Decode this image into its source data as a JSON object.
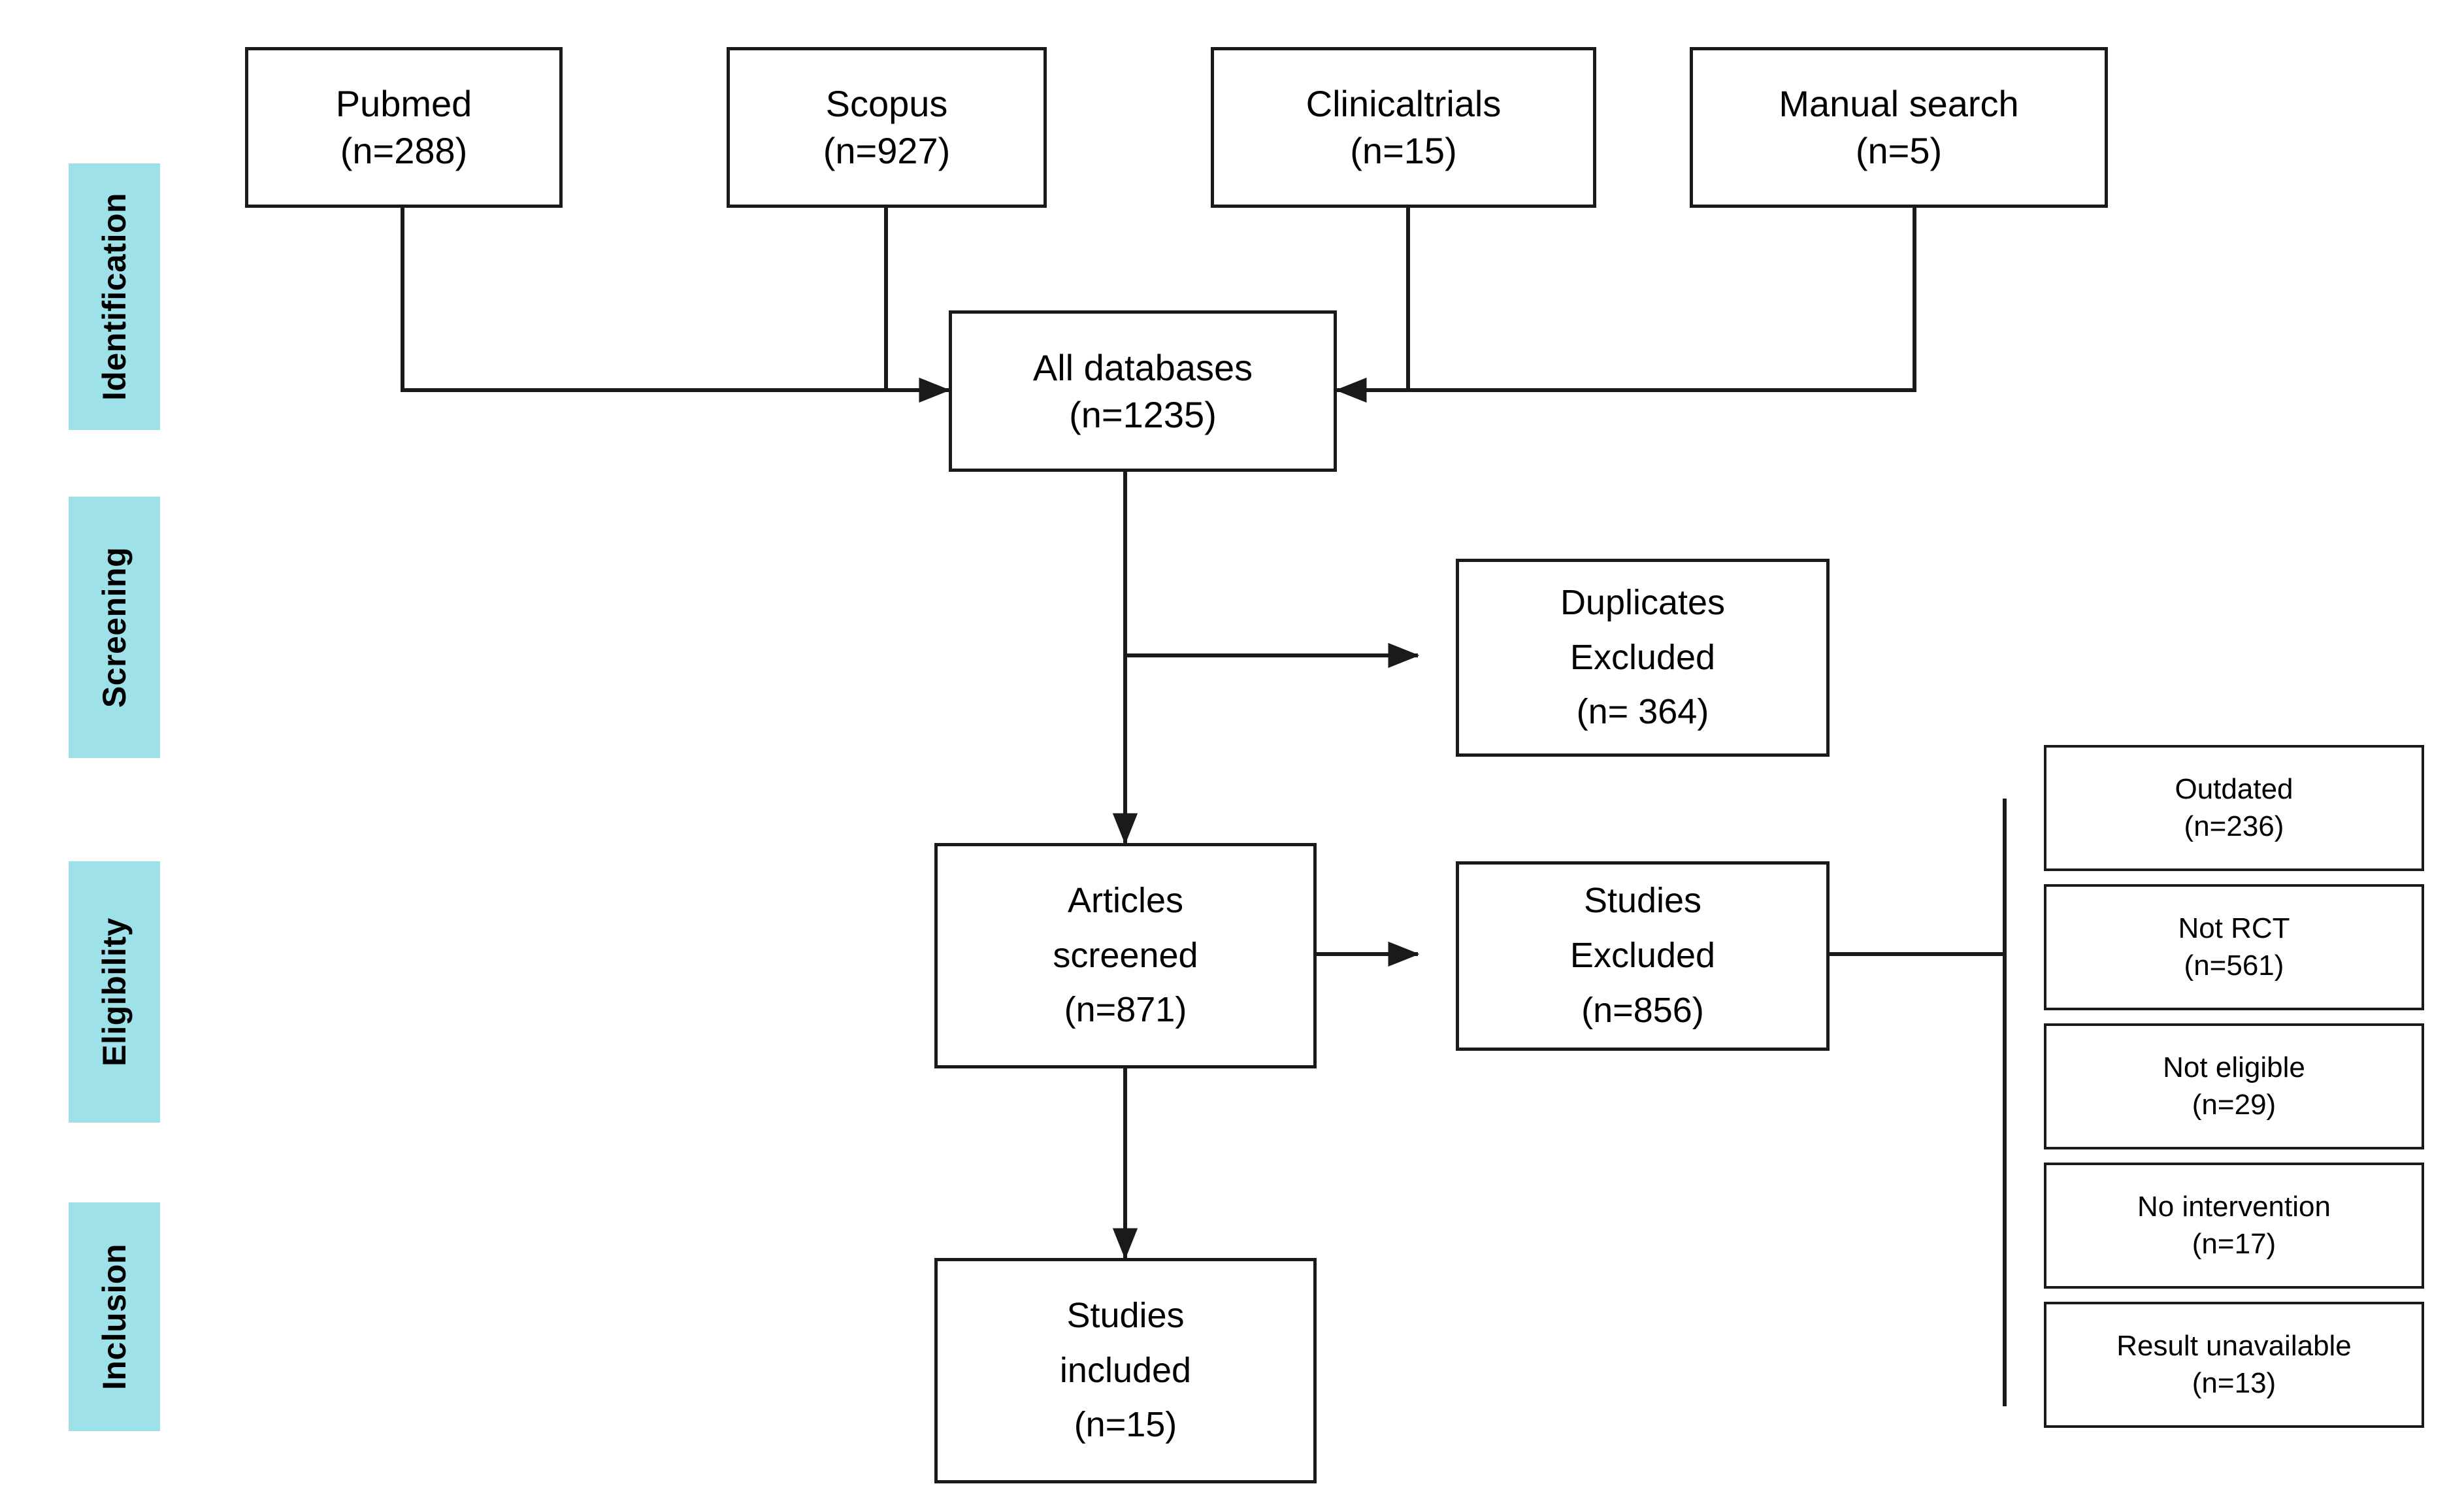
{
  "diagram": {
    "type": "prisma-flow-diagram",
    "stages": [
      {
        "id": "identification",
        "label": "Identification"
      },
      {
        "id": "screening",
        "label": "Screening"
      },
      {
        "id": "eligibility",
        "label": "Eligibility"
      },
      {
        "id": "inclusion",
        "label": "Inclusion"
      }
    ],
    "sources": [
      {
        "id": "pubmed",
        "name": "Pubmed",
        "count": "(n=288)"
      },
      {
        "id": "scopus",
        "name": "Scopus",
        "count": "(n=927)"
      },
      {
        "id": "clinicaltrials",
        "name": "Clinicaltrials",
        "count": "(n=15)"
      },
      {
        "id": "manual-search",
        "name": "Manual search",
        "count": "(n=5)"
      }
    ],
    "nodes": {
      "all_databases": {
        "line1": "All databases",
        "line2": "(n=1235)"
      },
      "duplicates_excluded": {
        "line1": "Duplicates",
        "line2": "Excluded",
        "line3": "(n= 364)"
      },
      "articles_screened": {
        "line1": "Articles",
        "line2": "screened",
        "line3": "(n=871)"
      },
      "studies_excluded": {
        "line1": "Studies",
        "line2": "Excluded",
        "line3": "(n=856)"
      },
      "studies_included": {
        "line1": "Studies",
        "line2": "included",
        "line3": "(n=15)"
      }
    },
    "exclusion_reasons": [
      {
        "id": "outdated",
        "reason": "Outdated",
        "count": "(n=236)"
      },
      {
        "id": "not-rct",
        "reason": "Not RCT",
        "count": "(n=561)"
      },
      {
        "id": "not-eligible",
        "reason": "Not eligible",
        "count": "(n=29)"
      },
      {
        "id": "no-intervention",
        "reason": "No intervention",
        "count": "(n=17)"
      },
      {
        "id": "result-unavailable",
        "reason": "Result unavailable",
        "count": "(n=13)"
      }
    ],
    "colors": {
      "stage_band": "#9EE1E9",
      "box_border": "#1a1a1a",
      "box_fill": "#ffffff",
      "connector": "#1a1a1a",
      "text": "#000000"
    }
  }
}
